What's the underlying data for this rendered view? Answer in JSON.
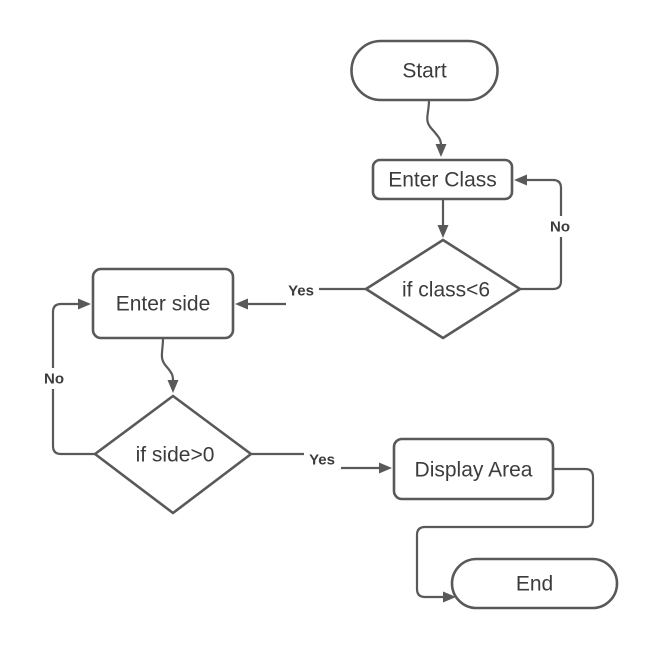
{
  "diagram": {
    "type": "flowchart",
    "nodes": [
      {
        "id": "start",
        "shape": "terminator",
        "label": "Start"
      },
      {
        "id": "enter_class",
        "shape": "process",
        "label": "Enter Class"
      },
      {
        "id": "class_check",
        "shape": "decision",
        "label": "if class<6"
      },
      {
        "id": "enter_side",
        "shape": "process",
        "label": "Enter side"
      },
      {
        "id": "side_check",
        "shape": "decision",
        "label": "if side>0"
      },
      {
        "id": "display_area",
        "shape": "process",
        "label": "Display Area"
      },
      {
        "id": "end",
        "shape": "terminator",
        "label": "End"
      }
    ],
    "edges": [
      {
        "from": "start",
        "to": "enter_class",
        "label": ""
      },
      {
        "from": "enter_class",
        "to": "class_check",
        "label": ""
      },
      {
        "from": "class_check",
        "to": "enter_class",
        "label": "No"
      },
      {
        "from": "class_check",
        "to": "enter_side",
        "label": "Yes"
      },
      {
        "from": "enter_side",
        "to": "side_check",
        "label": ""
      },
      {
        "from": "side_check",
        "to": "enter_side",
        "label": "No"
      },
      {
        "from": "side_check",
        "to": "display_area",
        "label": "Yes"
      },
      {
        "from": "display_area",
        "to": "end",
        "label": ""
      }
    ],
    "colors": {
      "stroke": "#595959",
      "text": "#3c3c3c",
      "background": "#ffffff"
    }
  }
}
